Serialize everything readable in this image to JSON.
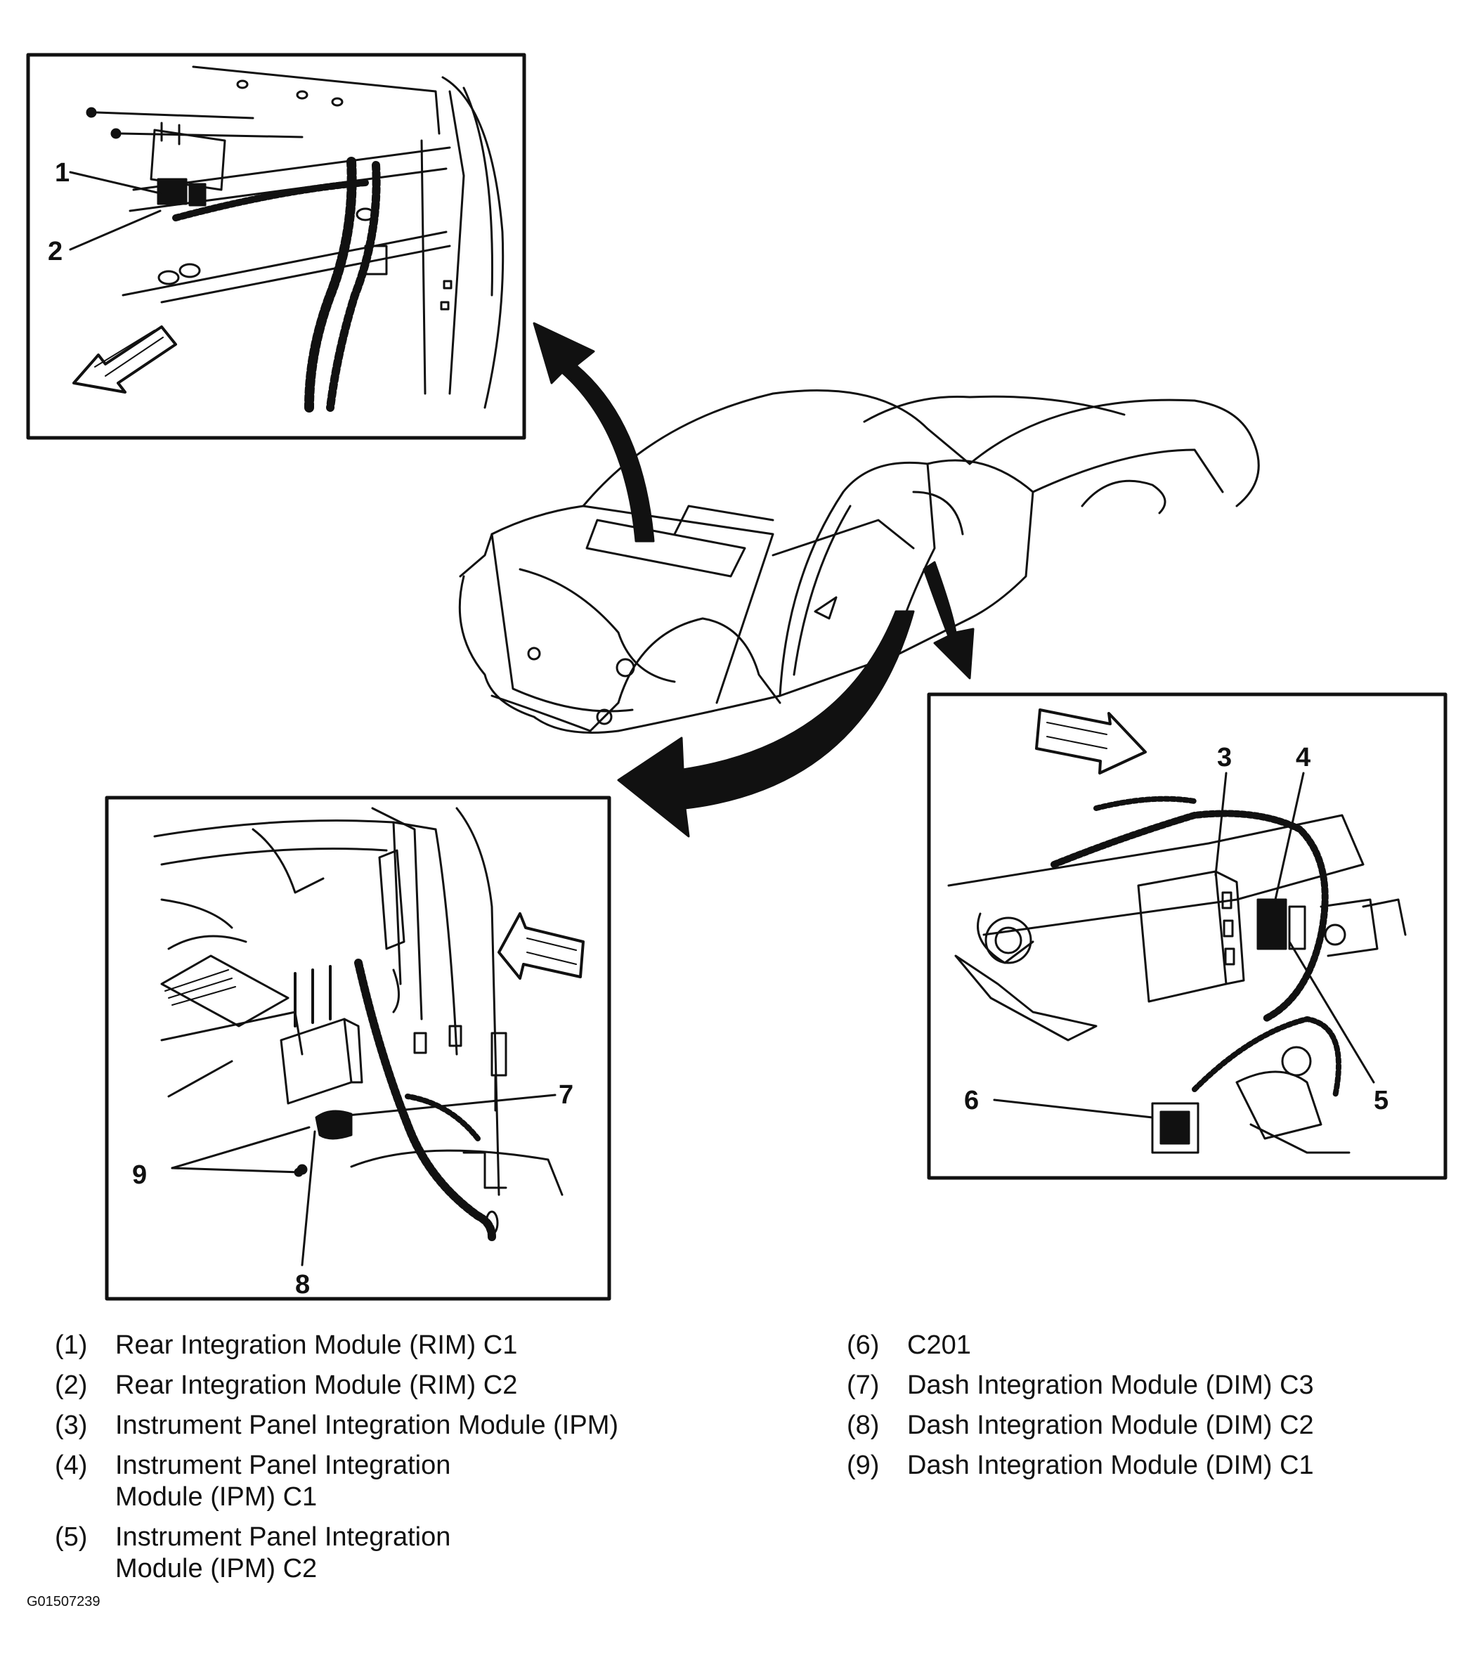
{
  "callouts": {
    "c1": "1",
    "c2": "2",
    "c3": "3",
    "c4": "4",
    "c5": "5",
    "c6": "6",
    "c7": "7",
    "c8": "8",
    "c9": "9"
  },
  "legend_left": [
    {
      "num": "(1)",
      "text": "Rear Integration Module (RIM) C1"
    },
    {
      "num": "(2)",
      "text": "Rear Integration Module (RIM) C2"
    },
    {
      "num": "(3)",
      "text": "Instrument Panel Integration Module (IPM)"
    },
    {
      "num": "(4)",
      "text": "Instrument Panel Integration\nModule (IPM) C1"
    },
    {
      "num": "(5)",
      "text": "Instrument Panel Integration\nModule (IPM) C2"
    }
  ],
  "legend_right": [
    {
      "num": "(6)",
      "text": "C201"
    },
    {
      "num": "(7)",
      "text": "Dash Integration Module (DIM) C3"
    },
    {
      "num": "(8)",
      "text": "Dash Integration Module (DIM) C2"
    },
    {
      "num": "(9)",
      "text": "Dash Integration Module (DIM) C1"
    }
  ],
  "figure_code": "G01507239",
  "colors": {
    "ink": "#111111",
    "paper": "#ffffff"
  }
}
